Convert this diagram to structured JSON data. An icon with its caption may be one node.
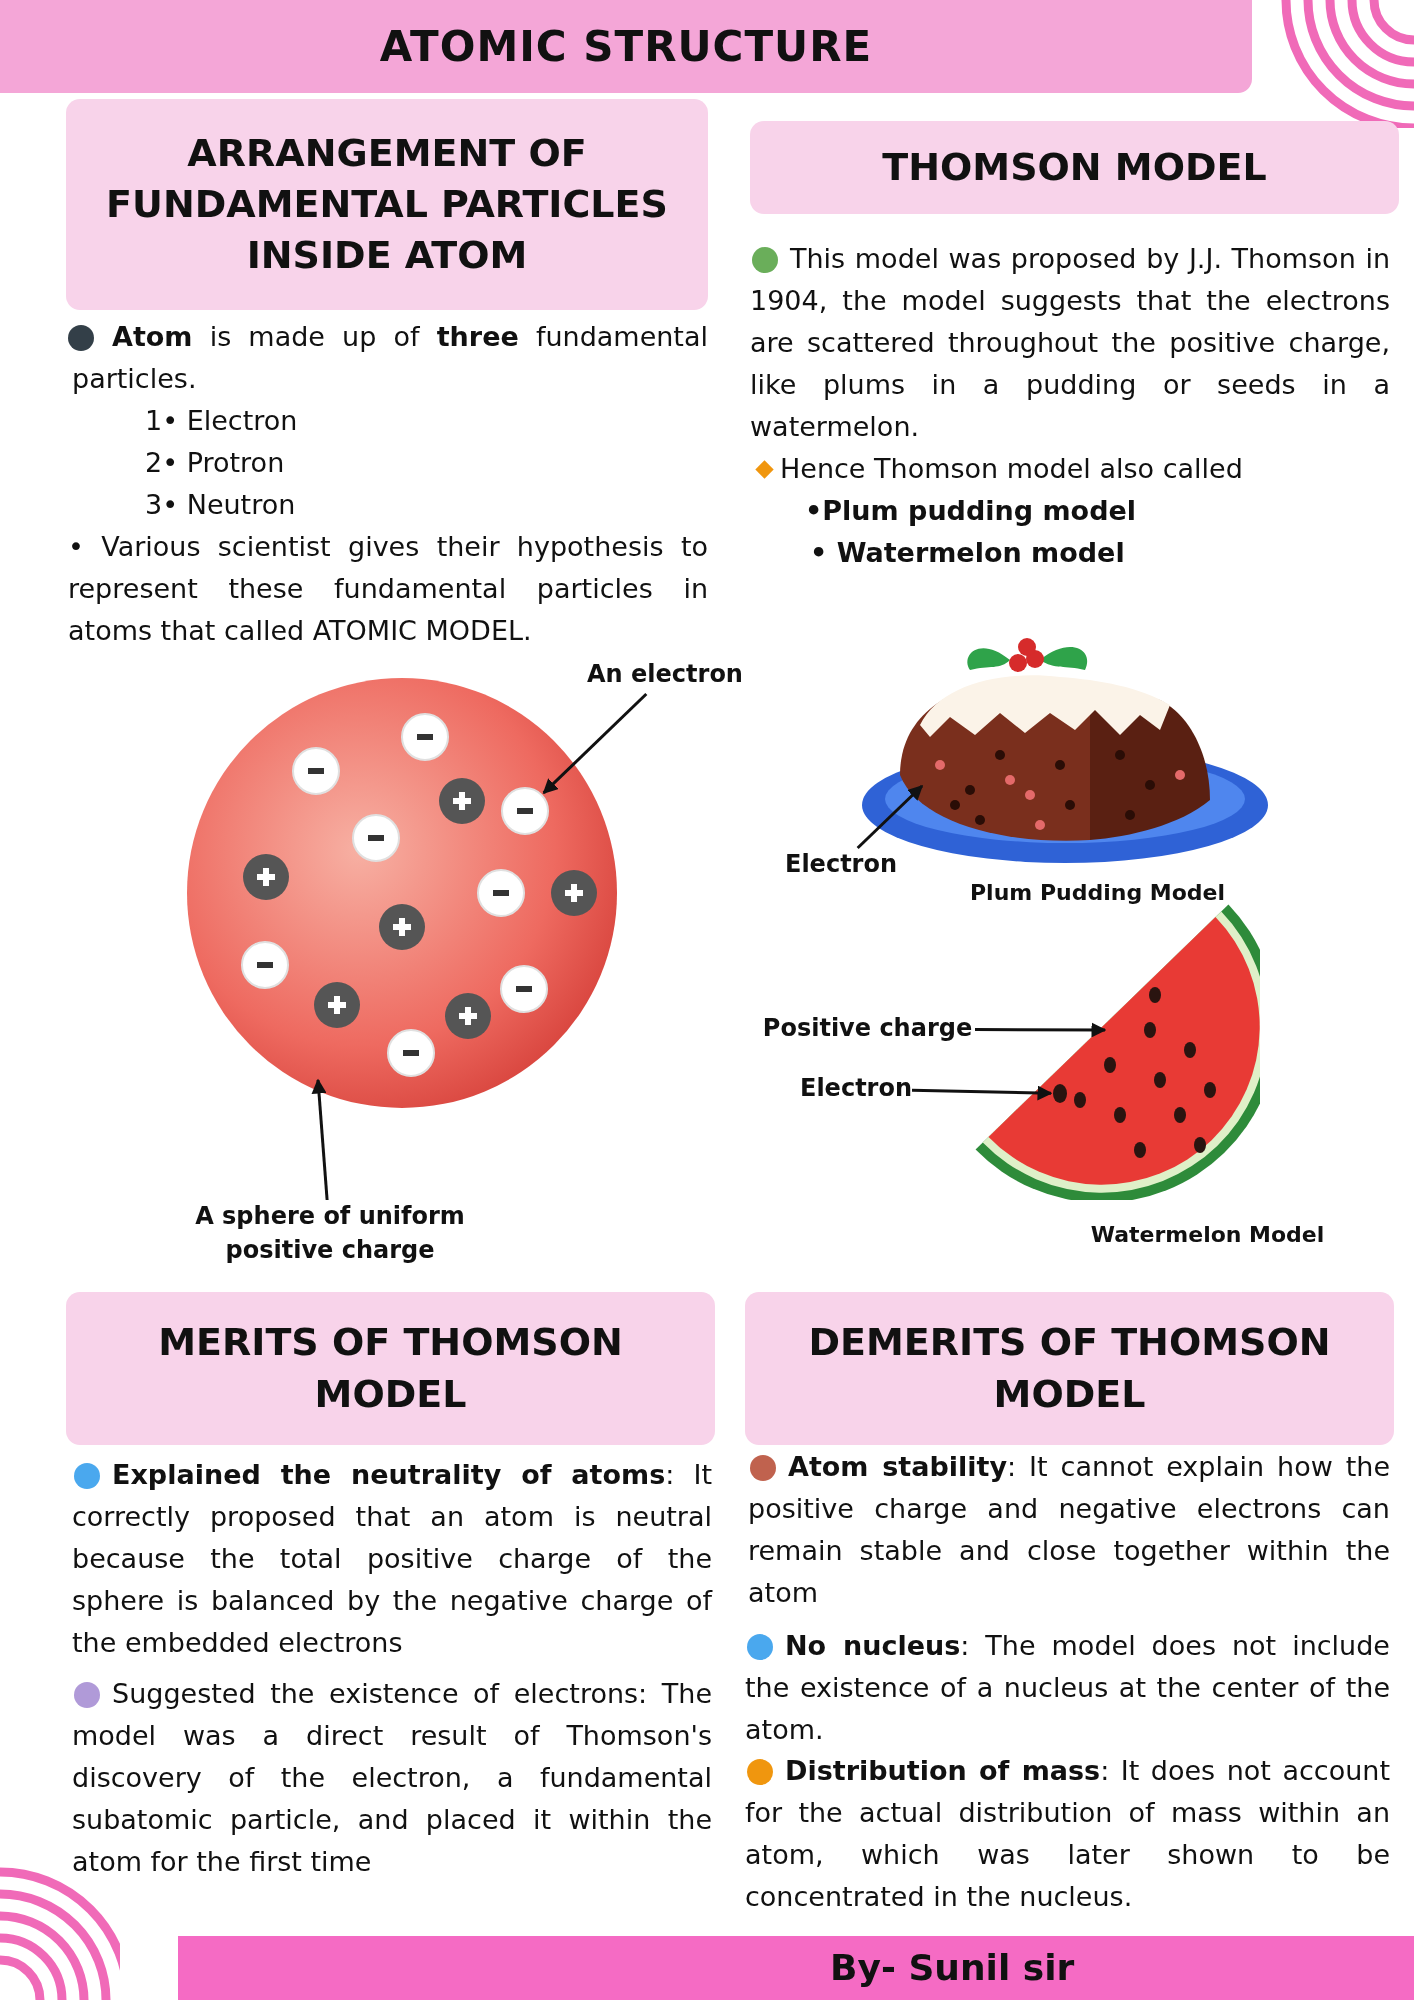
{
  "diagram": {
    "title": "ATOMIC STRUCTURE",
    "nodes": [
      {
        "text": [
          "ARRANGEMENT OF FUNDAMENTAL PARTICLES INSIDE ATOM"
        ]
      },
      {
        "text": [
          "THOMSON MODEL"
        ]
      },
      {
        "text": [],
        "shape": "picture"
      },
      {
        "text": [],
        "shape": "circle",
        "in": 2
      },
      {
        "text": [
          "An electron"
        ]
      },
      {
        "text": [
          "A sphere of uniform positive charge"
        ]
      },
      {
        "text": [],
        "shape": "picture",
        "beside": [
          "Plum Pudding Model"
        ]
      },
      {
        "text": [
          "Electron"
        ]
      },
      {
        "text": [],
        "shape": "picture",
        "beside": [
          "Watermelon Model"
        ]
      },
      {
        "text": [],
        "shape": "circle",
        "in": 8
      },
      {
        "text": [
          "Positive charge"
        ]
      },
      {
        "text": [
          "Electron"
        ]
      },
      {
        "text": [
          "MERITS OF THOMSON MODEL"
        ]
      },
      {
        "text": [
          "DEMERITS OF THOMSON MODEL"
        ]
      }
    ],
    "edges": [
      {
        "from": 4,
        "to": 3,
        "arrow": "to"
      },
      {
        "from": 5,
        "to": 2,
        "arrow": "to"
      },
      {
        "from": 7,
        "to": 6,
        "arrow": "to"
      },
      {
        "from": 10,
        "to": 8,
        "arrow": "to"
      },
      {
        "from": 11,
        "to": 9,
        "arrow": "to"
      }
    ],
    "labels": [
      "**Atom** is made up of **three** fundamental particles.",
      "1• Electron",
      "2• Protron",
      "3• Neutron",
      "• Various scientist gives their hypothesis to represent these fundamental particles in atoms that called ATOMIC MODEL.",
      "This model was proposed by J.J. Thomson in 1904, the model suggests that the electrons are scattered throughout the positive charge, like plums in a pudding or seeds in a watermelon.",
      "Hence Thomson model also called",
      "•Plum pudding model",
      "• Watermelon model",
      "**Explained the neutrality of atoms**: It correctly proposed that an atom is neutral because the total positive charge of the sphere is balanced by the negative charge of the embedded electrons",
      "Suggested the existence of electrons: The model was a direct result of Thomson's discovery of the electron, a fundamental subatomic particle, and placed it within the atom for the first time",
      "**Atom stability**: It cannot explain how the positive charge and negative electrons can remain stable and close together within the atom",
      "**No nucleus**: The model does not include the existence of a nucleus at the center of the atom.",
      "**Distribution of mass**: It does not account for the actual distribution of mass within an atom, which was later shown to be concentrated in the nucleus.",
      "By- Sunil sir"
    ]
  }
}
